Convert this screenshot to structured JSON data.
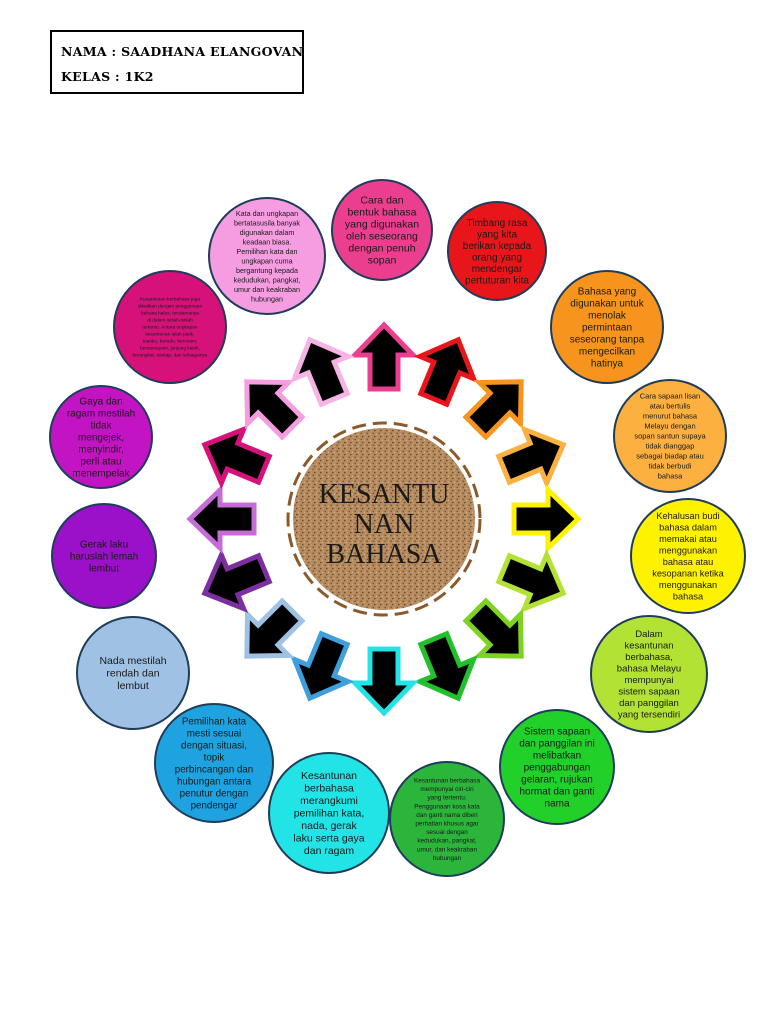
{
  "header": {
    "name_line": "NAMA : SAADHANA ELANGOVAN",
    "class_line": "KELAS : 1K2"
  },
  "center": {
    "lines": [
      "KESANTU",
      "NAN",
      "BAHASA"
    ],
    "ring_color": "#8a5a2b",
    "fill_color": "#b58a5c"
  },
  "nodes": [
    {
      "id": "n1",
      "color": "#ec3e8f",
      "text_color": "#1a1a1a",
      "lines": [
        "Cara dan",
        "bentuk bahasa",
        "yang digunakan",
        "oleh seseorang",
        "dengan penuh",
        "sopan"
      ]
    },
    {
      "id": "n2",
      "color": "#e8161a",
      "text_color": "#1a1a1a",
      "lines": [
        "Timbang rasa",
        "yang kita",
        "berikan kepada",
        "orang yang",
        "mendengar",
        "pertuturan kita"
      ]
    },
    {
      "id": "n3",
      "color": "#f7941d",
      "text_color": "#1a1a1a",
      "lines": [
        "Bahasa yang",
        "digunakan untuk",
        "menolak",
        "permintaan",
        "seseorang tanpa",
        "mengecilkan",
        "hatinya"
      ]
    },
    {
      "id": "n4",
      "color": "#fbb040",
      "text_color": "#1a1a1a",
      "lines": [
        "Cara sapaan lisan",
        "atau bertulis",
        "menurut bahasa",
        "Melayu dengan",
        "sopan santun supaya",
        "tidak dianggap",
        "sebagai biadap atau",
        "tidak berbudi",
        "bahasa"
      ]
    },
    {
      "id": "n5",
      "color": "#fff200",
      "text_color": "#1a1a1a",
      "lines": [
        "Kehalusan budi",
        "bahasa dalam",
        "memakai atau",
        "menggunakan",
        "bahasa atau",
        "kesopanan ketika",
        "menggunakan",
        "bahasa"
      ]
    },
    {
      "id": "n6",
      "color": "#b2e234",
      "text_color": "#1a1a1a",
      "lines": [
        "Dalam",
        "kesantunan",
        "berbahasa,",
        "bahasa Melayu",
        "mempunyai",
        "sistem sapaan",
        "dan panggilan",
        "yang tersendiri"
      ]
    },
    {
      "id": "n7",
      "color": "#22d02a",
      "text_color": "#1a1a1a",
      "lines": [
        "Sistem sapaan",
        "dan panggilan ini",
        "melibatkan",
        "penggabungan",
        "gelaran, rujukan",
        "hormat dan ganti",
        "nama"
      ]
    },
    {
      "id": "n8",
      "color": "#2bb53a",
      "text_color": "#1a1a1a",
      "lines": [
        "Kesantunan berbahasa",
        "mempunyai ciri-ciri",
        "yang tertentu.",
        "Penggunaan kosa kata",
        "dan ganti nama diberi",
        "perhatian khusus agar",
        "sesuai dengan",
        "kedudukan, pangkat,",
        "umur, dan keakraban",
        "hubungan"
      ]
    },
    {
      "id": "n9",
      "color": "#22e3e6",
      "text_color": "#1a1a1a",
      "lines": [
        "Kesantunan",
        "berbahasa",
        "merangkumi",
        "pemilihan kata,",
        "nada, gerak",
        "laku serta gaya",
        "dan ragam"
      ]
    },
    {
      "id": "n10",
      "color": "#1fa3e0",
      "text_color": "#1a1a1a",
      "lines": [
        "Pemilihan kata",
        "mesti sesuai",
        "dengan situasi,",
        "topik",
        "perbincangan dan",
        "hubungan antara",
        "penutur dengan",
        "pendengar"
      ]
    },
    {
      "id": "n11",
      "color": "#9fc2e4",
      "text_color": "#1a1a1a",
      "lines": [
        "Nada mestilah",
        "rendah dan",
        "lembut"
      ]
    },
    {
      "id": "n12",
      "color": "#9b10c9",
      "text_color": "#1a1a1a",
      "lines": [
        "Gerak laku",
        "haruslah lemah",
        "lembut"
      ]
    },
    {
      "id": "n13",
      "color": "#c214c2",
      "text_color": "#1a1a1a",
      "lines": [
        "Gaya dan",
        "ragam mestilah",
        "tidak",
        "mengejek,",
        "menyindir,",
        "perli atau",
        "menempelak"
      ]
    },
    {
      "id": "n14",
      "color": "#d6127a",
      "text_color": "#1a1a1a",
      "lines": [
        "Kesantunan berbahasa juga",
        "dikaitkan dengan penggunaan",
        "bahasa halus, terutamanya",
        "di dalam istilah-istilah",
        "tertentu. Antara ungkapan",
        "kesantunan ialah patik,",
        "tuanku, beradu, bersiram,",
        "bersemayam, junjung kasih,",
        "berangkat, santap, dan sebagainya"
      ]
    },
    {
      "id": "n15",
      "color": "#f59de0",
      "text_color": "#1a1a1a",
      "lines": [
        "Kata dan ungkapan",
        "bertatasusila banyak",
        "digunakan dalam",
        "keadaan biasa.",
        "Pemilihan kata dan",
        "ungkapan cuma",
        "bergantung kepada",
        "kedudukan, pangkat,",
        "umur dan keakraban",
        "hubungan"
      ]
    }
  ],
  "arrows": [
    {
      "angle": 0,
      "color": "#ec3e8f"
    },
    {
      "angle": 22.5,
      "color": "#e8161a"
    },
    {
      "angle": 45,
      "color": "#f7941d"
    },
    {
      "angle": 67.5,
      "color": "#fbb040"
    },
    {
      "angle": 90,
      "color": "#fff200"
    },
    {
      "angle": 112.5,
      "color": "#b2e234"
    },
    {
      "angle": 135,
      "color": "#7ed321"
    },
    {
      "angle": 157.5,
      "color": "#22c02a"
    },
    {
      "angle": 180,
      "color": "#22e3e6"
    },
    {
      "angle": 202.5,
      "color": "#3da0dc"
    },
    {
      "angle": 225,
      "color": "#9fc2e4"
    },
    {
      "angle": 247.5,
      "color": "#7b2fa0"
    },
    {
      "angle": 270,
      "color": "#c56cd6"
    },
    {
      "angle": 292.5,
      "color": "#d6127a"
    },
    {
      "angle": 315,
      "color": "#f59de0"
    },
    {
      "angle": 337.5,
      "color": "#f7b2e6"
    }
  ]
}
